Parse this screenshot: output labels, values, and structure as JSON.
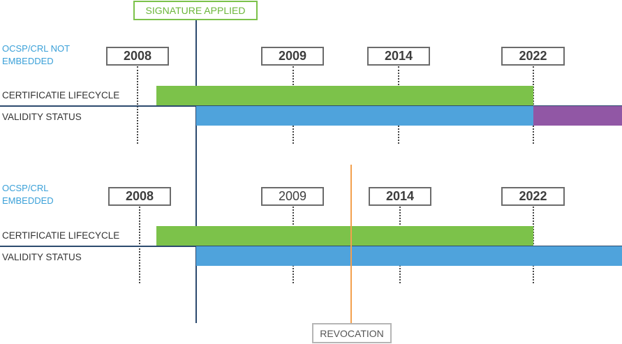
{
  "header": {
    "signature_label": "SIGNATURE APPLIED"
  },
  "colors": {
    "lifecycle": "#7cc24a",
    "valid": "#4fa3dc",
    "invalid": "#9157a5",
    "revocation_line": "#f3a04e",
    "title_blue": "#3aa0d8"
  },
  "sections": [
    {
      "title": "OCSP/CRL NOT EMBEDDED",
      "years": [
        "2008",
        "2009",
        "2014",
        "2022"
      ],
      "lifecycle_label": "CERTIFICATIE LIFECYCLE",
      "validity_label": "VALIDITY STATUS",
      "validity_after_expiry": "invalid"
    },
    {
      "title": "OCSP/CRL EMBEDDED",
      "years": [
        "2008",
        "2009",
        "2014",
        "2022"
      ],
      "lifecycle_label": "CERTIFICATIE LIFECYCLE",
      "validity_label": "VALIDITY STATUS",
      "validity_after_expiry": "valid"
    }
  ],
  "footer": {
    "revocation_label": "REVOCATION"
  }
}
